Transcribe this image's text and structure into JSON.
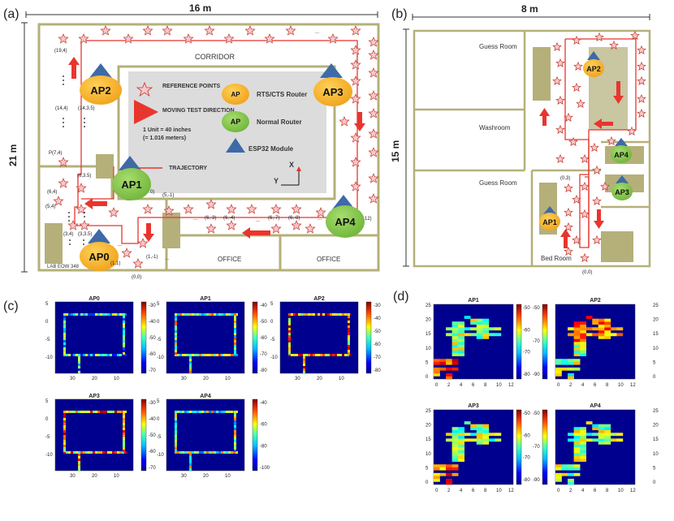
{
  "panel_labels": {
    "a": "(a)",
    "b": "(b)",
    "c": "(c)",
    "d": "(d)"
  },
  "panel_a": {
    "width_label": "16 m",
    "height_label": "21 m",
    "corridor_label": "CORRIDOR",
    "lab_label": "LAB EOW 348",
    "office_labels": [
      "OFFICE",
      "OFFICE"
    ],
    "ap_labels": [
      "AP0",
      "AP1",
      "AP2",
      "AP3",
      "AP4"
    ],
    "coord_labels": [
      "(19,4)",
      "(14,4)",
      "(14,3.5)",
      "P(7,4)",
      "(6,4)",
      "(6,3.5)",
      "(5,4)",
      "(3,4)",
      "(3,3.5)",
      "(1,1)",
      "(1,-1)",
      "(0,0)",
      "(6,-3)",
      "(6,-4)",
      "(6,-7)",
      "(6,-8)",
      "(5,-1)",
      "12)",
      "0)"
    ],
    "ellipsis": "...",
    "legend": {
      "reference_points": "REFERENCE POINTS",
      "moving_direction": "MOVING TEST DIRECTION",
      "unit_line1": "1 Unit = 40 inches",
      "unit_line2": "(= 1.016 meters)",
      "rts_label": "RTS/CTS Router",
      "normal_label": "Normal Router",
      "esp_label": "ESP32 Module",
      "trajectory_label": "TRAJECTORY",
      "ap_badge": "AP",
      "axis_x": "X",
      "axis_y": "Y"
    },
    "colors": {
      "rts": "#f5a623",
      "normal": "#7cc242",
      "esp": "#3e6aa8",
      "arrow": "#e8352e",
      "wall": "#b5b07a"
    }
  },
  "panel_b": {
    "width_label": "8 m",
    "height_label": "15 m",
    "rooms": [
      "Guess Room",
      "Washroom",
      "Guess Room",
      "Bed Room"
    ],
    "ap_labels": [
      "AP1",
      "AP2",
      "AP3",
      "AP4"
    ],
    "coord_labels": [
      "(0,3)",
      "(0,0)"
    ]
  },
  "panel_c": {
    "titles": [
      "AP0",
      "AP1",
      "AP2",
      "AP3",
      "AP4"
    ],
    "y_ticks": [
      "5",
      "0",
      "-5",
      "-10"
    ],
    "x_ticks": [
      "30",
      "20",
      "10"
    ],
    "colorbars": [
      [
        "-30",
        "-40",
        "-50",
        "-60",
        "-70"
      ],
      [
        "-40",
        "-50",
        "-60",
        "-70",
        "-80"
      ],
      [
        "-30",
        "-40",
        "-50",
        "-60",
        "-70",
        "-80"
      ],
      [
        "-30",
        "-40",
        "-50",
        "-60",
        "-70"
      ],
      [
        "-40",
        "-60",
        "-80",
        "-100"
      ]
    ]
  },
  "panel_d": {
    "titles": [
      "AP1",
      "AP2",
      "AP3",
      "AP4"
    ],
    "y_ticks": [
      "25",
      "20",
      "15",
      "10",
      "5",
      "0"
    ],
    "x_ticks": [
      "0",
      "2",
      "4",
      "6",
      "8",
      "10",
      "12"
    ],
    "colorbars": [
      [
        "-50",
        "-60",
        "-70",
        "-80"
      ],
      [
        "-50",
        "-70",
        "-90"
      ],
      [
        "-50",
        "-60",
        "-70",
        "-80"
      ],
      [
        "-50",
        "-70",
        "-90"
      ]
    ]
  }
}
